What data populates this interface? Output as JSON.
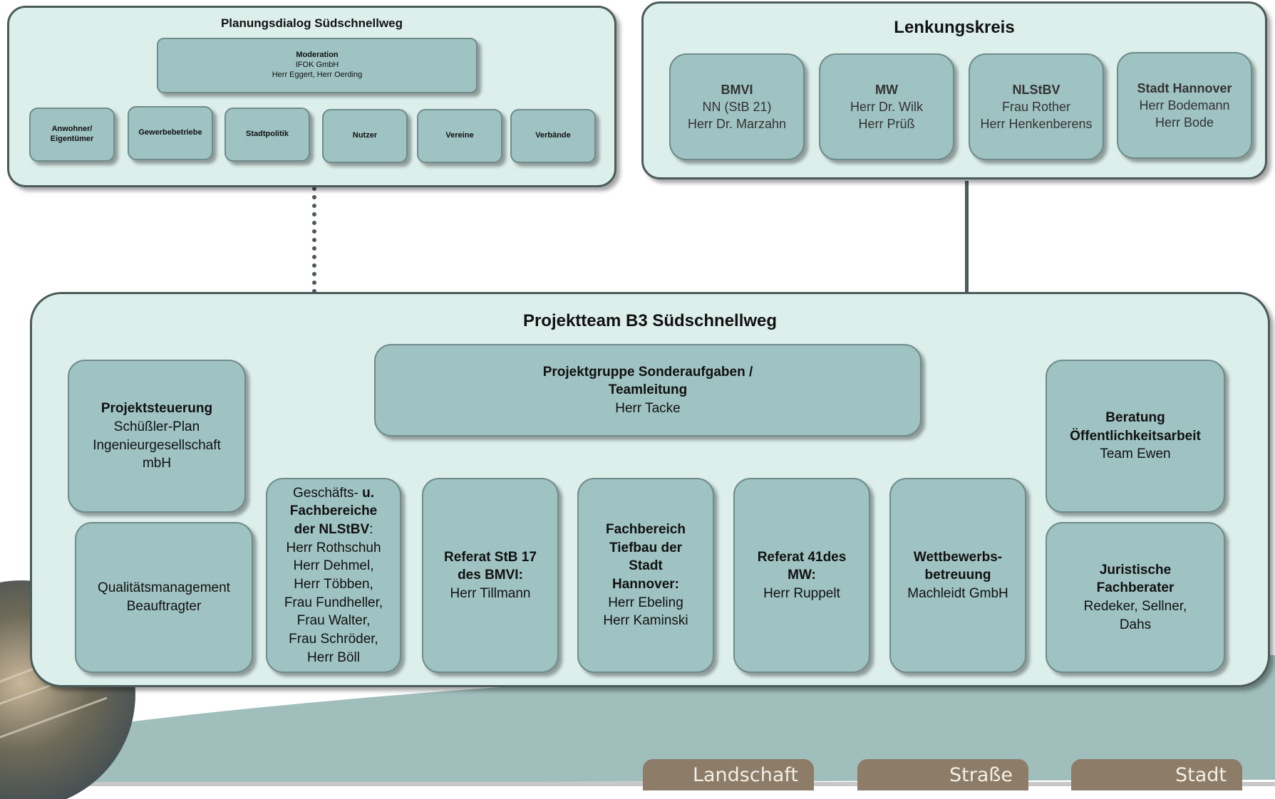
{
  "planning": {
    "title": "Planungsdialog Südschnellweg",
    "moderation": [
      "Moderation",
      "IFOK GmbH",
      "Herr Eggert, Herr Oerding"
    ],
    "groups": [
      "Anwohner/ Eigentümer",
      "Gewerbebetriebe",
      "Stadtpolitik",
      "Nutzer",
      "Vereine",
      "Verbände"
    ]
  },
  "steering": {
    "title": "Lenkungskreis",
    "members": [
      {
        "name": "BMVI",
        "lines": [
          "NN (StB 21)",
          "Herr Dr. Marzahn"
        ]
      },
      {
        "name": "MW",
        "lines": [
          "Herr Dr. Wilk",
          "Herr Prüß"
        ]
      },
      {
        "name": "NLStBV",
        "lines": [
          "Frau Rother",
          "Herr Henkenberens"
        ]
      },
      {
        "name": "Stadt Hannover",
        "lines": [
          "Herr Bodemann",
          "Herr Bode"
        ]
      }
    ]
  },
  "team": {
    "title": "Projektteam B3 Südschnellweg",
    "lead": {
      "title1": "Projektgruppe Sonderaufgaben /",
      "title2": "Teamleitung",
      "name": "Herr Tacke"
    },
    "steuerung": {
      "title": "Projektsteuerung",
      "lines": [
        "Schüßler-Plan",
        "Ingenieurgesellschaft",
        "mbH"
      ]
    },
    "quality": {
      "lines": [
        "Qualitätsmanagement",
        "Beauftragter"
      ]
    },
    "nlstbv": {
      "pre": "Geschäfts-",
      "conj": "u.",
      "title1": "Fachbereiche",
      "title2": "der NLStBV",
      "colon": ":",
      "names": [
        "Herr Rothschuh",
        "Herr Dehmel,",
        "Herr Többen,",
        "Frau Fundheller,",
        "Frau Walter,",
        "Frau Schröder,",
        "Herr Böll"
      ]
    },
    "bmvi": {
      "title": [
        "Referat StB 17",
        "des BMVI:"
      ],
      "names": [
        "Herr Tillmann"
      ]
    },
    "tiefbau": {
      "title": [
        "Fachbereich",
        "Tiefbau der",
        "Stadt",
        "Hannover:"
      ],
      "names": [
        "Herr Ebeling",
        "Herr Kaminski"
      ]
    },
    "mw": {
      "title": [
        "Referat 41des",
        "MW:"
      ],
      "names": [
        "Herr Ruppelt"
      ]
    },
    "wettbewerb": {
      "title": [
        "Wettbewerbs-",
        "betreuung"
      ],
      "names": [
        "Machleidt GmbH"
      ]
    },
    "beratung": {
      "title": [
        "Beratung",
        "Öffentlichkeitsarbeit"
      ],
      "names": [
        "Team Ewen"
      ]
    },
    "juristisch": {
      "title": [
        "Juristische",
        "Fachberater"
      ],
      "names": [
        "Redeker, Sellner,",
        "Dahs"
      ]
    }
  },
  "tags": [
    "Landschaft",
    "Straße",
    "Stadt"
  ]
}
